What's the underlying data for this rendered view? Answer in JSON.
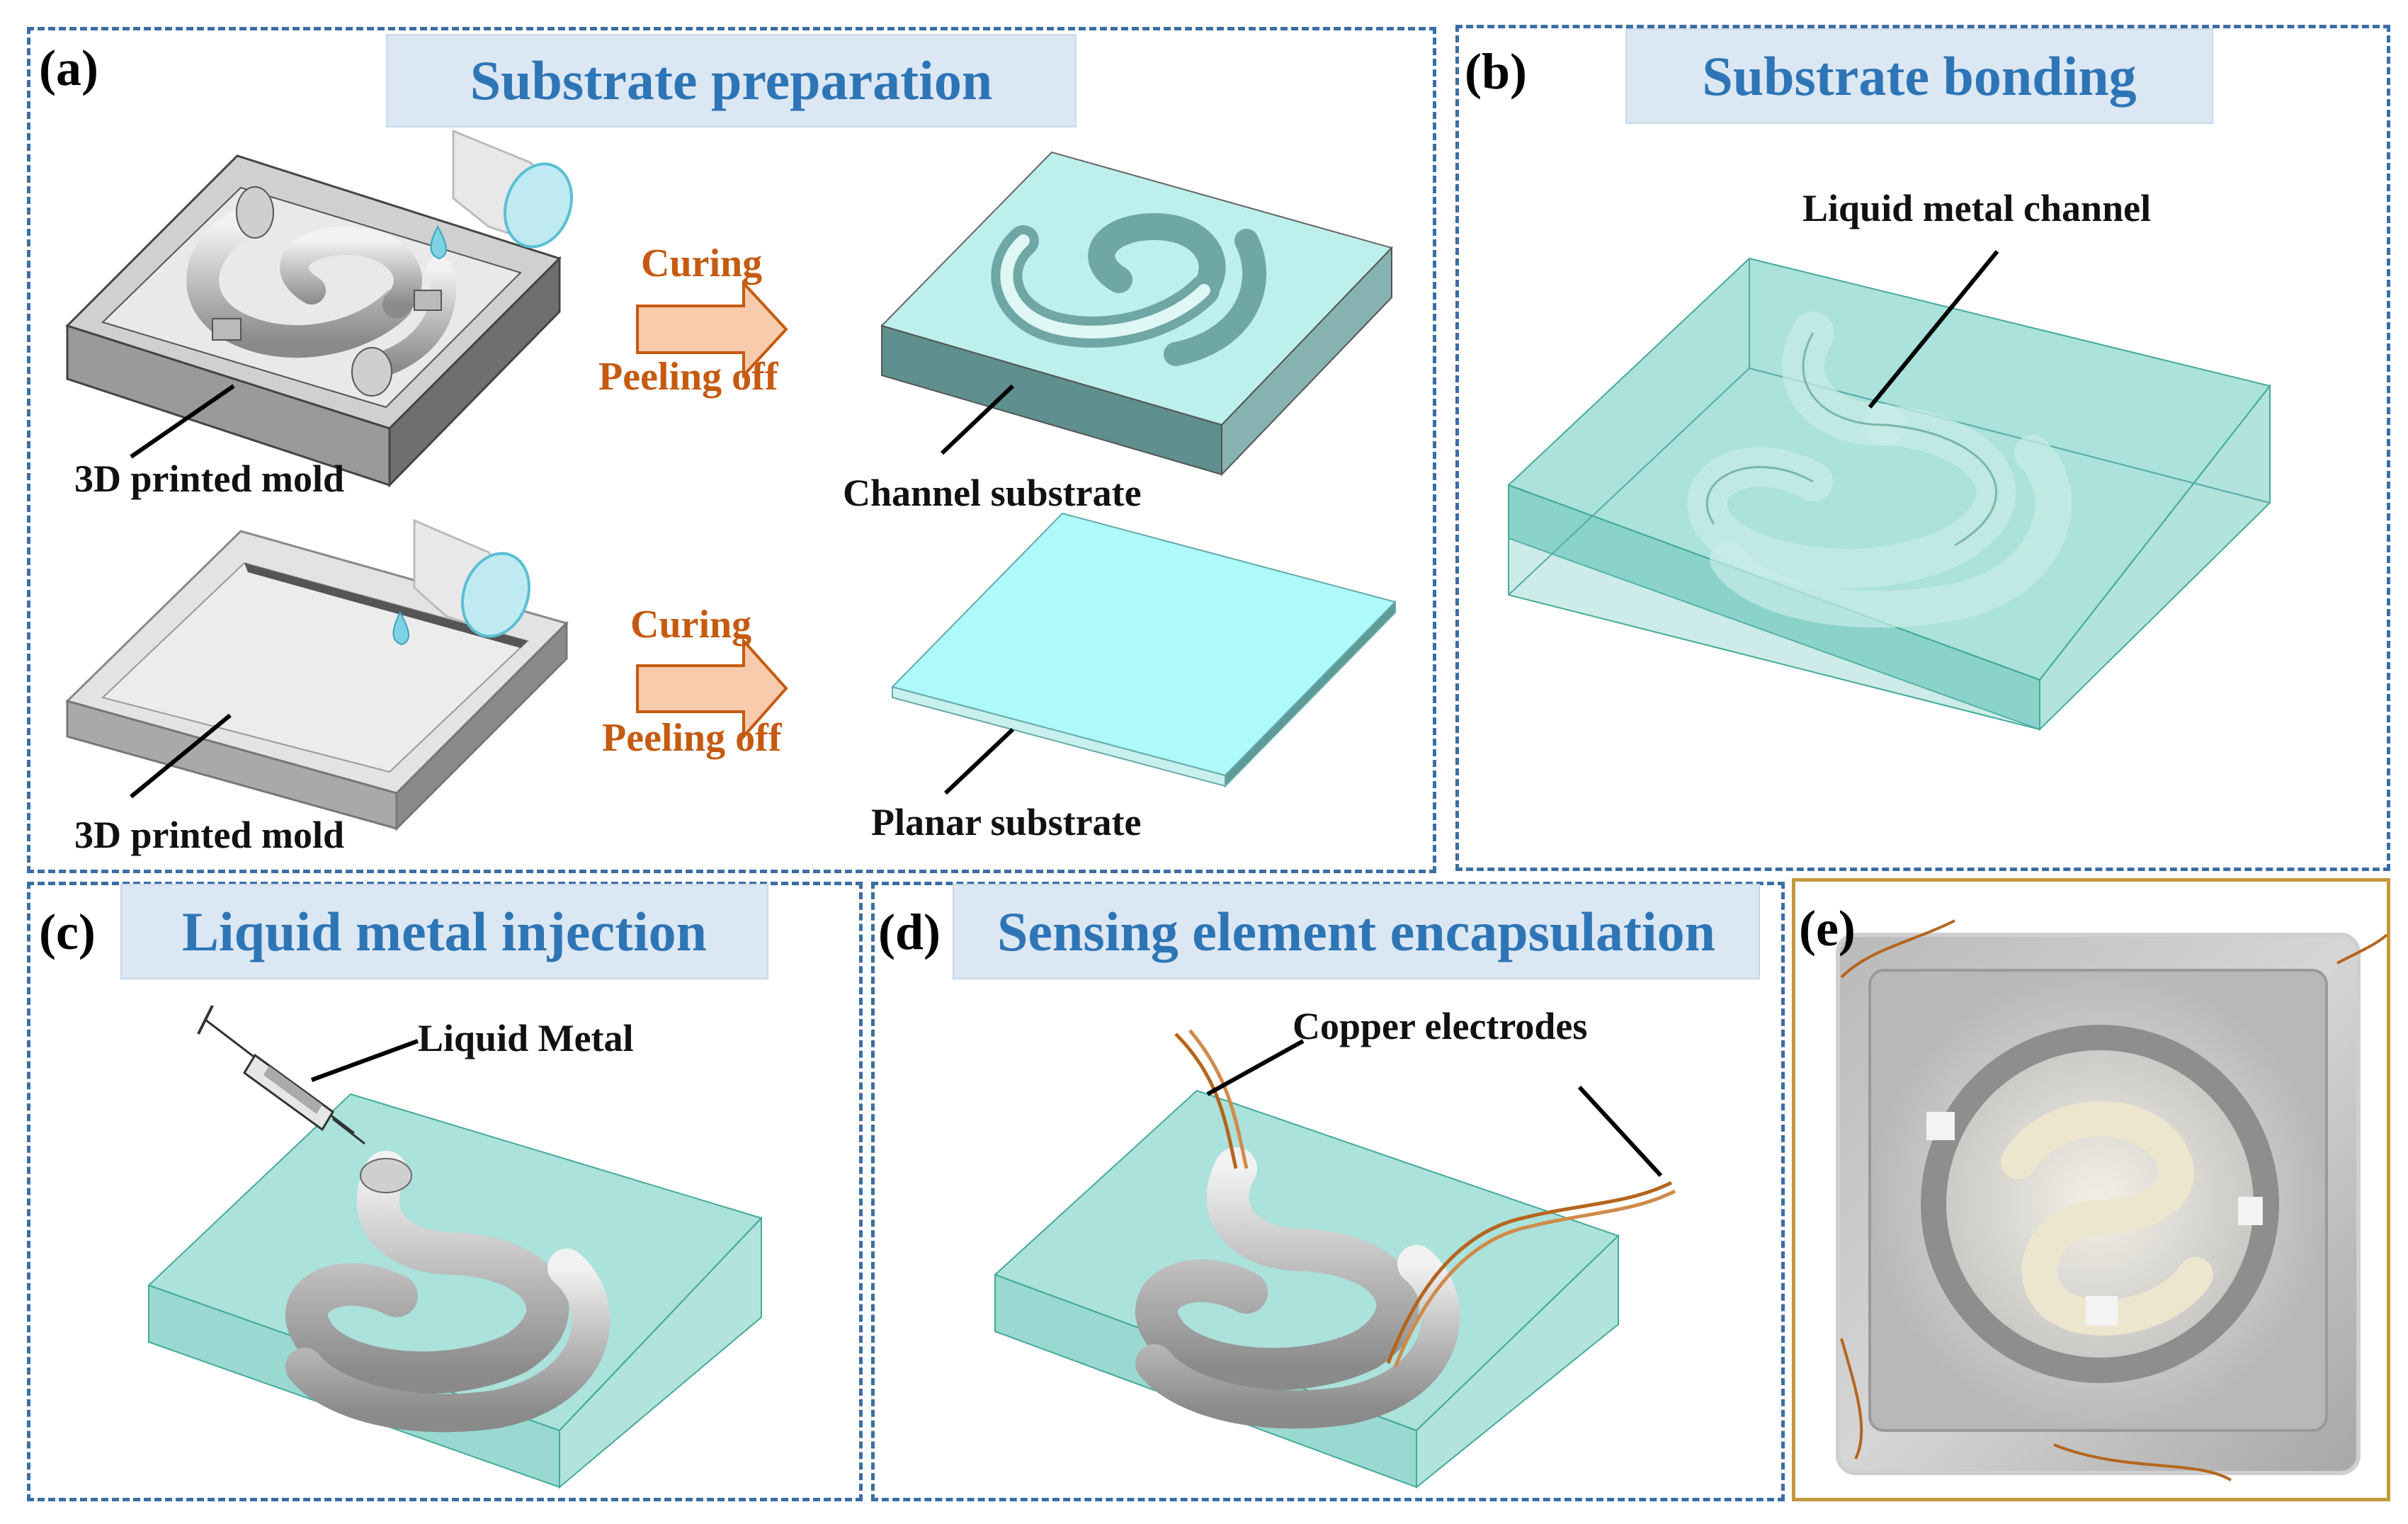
{
  "panels": {
    "a": {
      "label": "(a)",
      "title": "Substrate preparation"
    },
    "b": {
      "label": "(b)",
      "title": "Substrate bonding"
    },
    "c": {
      "label": "(c)",
      "title": "Liquid metal injection"
    },
    "d": {
      "label": "(d)",
      "title": "Sensing element encapsulation"
    },
    "e": {
      "label": "(e)"
    }
  },
  "labels": {
    "mold_top": "3D printed mold",
    "mold_bottom": "3D printed mold",
    "curing_top": "Curing",
    "peeling_top": "Peeling off",
    "curing_bottom": "Curing",
    "peeling_bottom": "Peeling off",
    "channel_substrate": "Channel substrate",
    "planar_substrate": "Planar substrate",
    "liquid_metal_channel": "Liquid metal channel",
    "liquid_metal": "Liquid Metal",
    "copper_electrodes": "Copper electrodes"
  },
  "colors": {
    "panel_border": "#3b6ea5",
    "photo_border": "#c29a3a",
    "title_text": "#2e75b6",
    "title_bg": "#dbe7f3",
    "process_text": "#c55a11",
    "arrow_fill": "#f8cbad",
    "substrate": "#9fe3df"
  }
}
